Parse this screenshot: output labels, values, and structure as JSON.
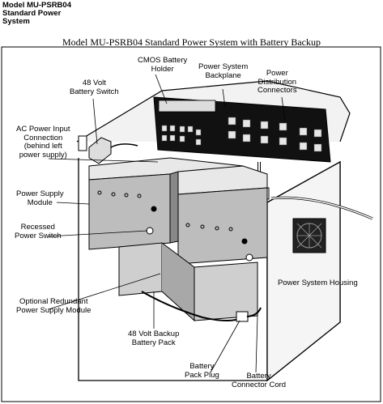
{
  "header": {
    "line1": "Model MU-PSRB04",
    "line2": "Standard Power",
    "line3": "System"
  },
  "caption": "Model MU-PSRB04 Standard Power System with Battery Backup",
  "labels": {
    "battery_switch": [
      "48 Volt",
      "Battery Switch"
    ],
    "cmos_holder": [
      "CMOS Battery",
      "Holder"
    ],
    "backplane": [
      "Power System",
      "Backplane"
    ],
    "distribution": [
      "Power",
      "Distribution",
      "Connectors"
    ],
    "ac_input": [
      "AC Power Input",
      "Connection",
      "(behind left",
      "power supply)"
    ],
    "ps_module": [
      "Power  Supply",
      "Module"
    ],
    "recessed_switch": [
      "Recessed",
      "Power Switch"
    ],
    "housing": "Power System Housing",
    "redundant": [
      "Optional Redundant",
      "Power Supply Module"
    ],
    "battery_pack": [
      "48 Volt Backup",
      "Battery Pack"
    ],
    "pack_plug": [
      "Battery",
      "Pack Plug"
    ],
    "connector_cord": [
      "Battery",
      "Connector Cord"
    ]
  }
}
